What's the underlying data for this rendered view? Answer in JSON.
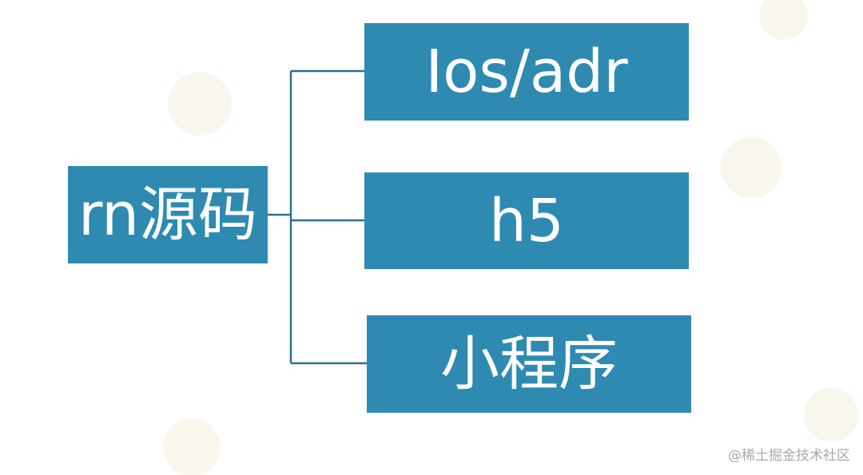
{
  "diagram": {
    "root": {
      "label": "rn源码"
    },
    "children": [
      {
        "label": "Ios/adr"
      },
      {
        "label": "h5"
      },
      {
        "label": "小程序"
      }
    ]
  },
  "watermark": {
    "text": "@稀土掘金技术社区"
  },
  "colors": {
    "box_fill": "#2f8ab2",
    "box_text": "#ffffff",
    "connector": "#2f6f8f",
    "background": "#ffffff",
    "watermark_text": "#a9a9a9"
  }
}
